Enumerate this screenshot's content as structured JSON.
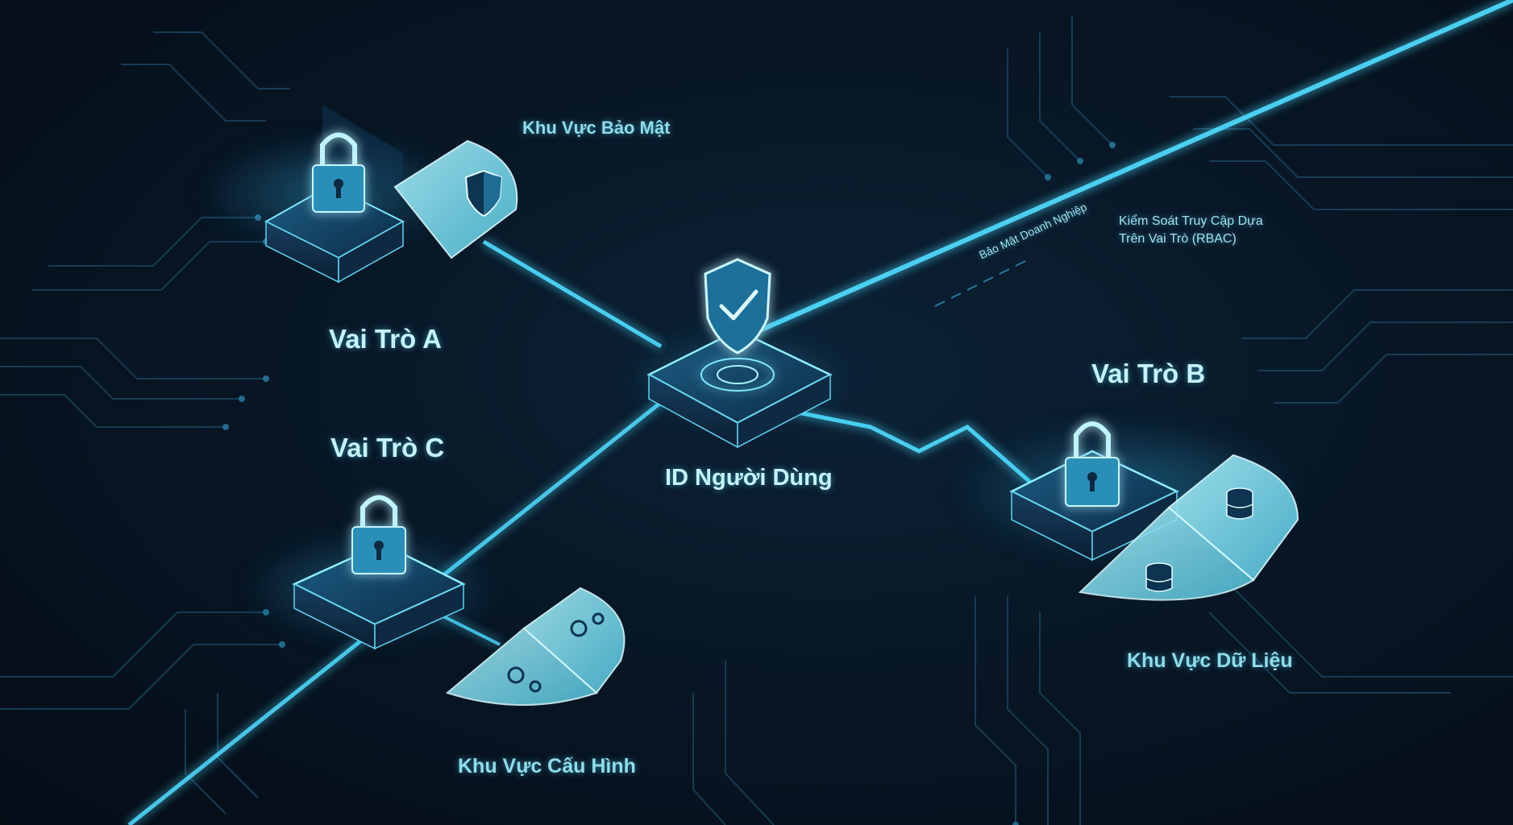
{
  "diagram": {
    "center_node": {
      "label": "ID Người Dùng",
      "icon": "shield-check-icon"
    },
    "roles": [
      {
        "id": "a",
        "label": "Vai Trò A",
        "icon": "lock-icon"
      },
      {
        "id": "b",
        "label": "Vai Trò B",
        "icon": "lock-icon"
      },
      {
        "id": "c",
        "label": "Vai Trò C",
        "icon": "lock-icon"
      }
    ],
    "zones": {
      "security": {
        "label": "Khu Vực Bảo Mật",
        "icon": "shield-icon"
      },
      "data": {
        "label": "Khu Vực Dữ Liệu",
        "icon": "database-icon"
      },
      "config": {
        "label": "Khu Vực Cấu Hình",
        "icon": "gears-icon"
      }
    },
    "annotations": {
      "enterprise_security": "Bảo Mật Doanh Nghiệp",
      "rbac_line1": "Kiểm Soát Truy Cập Dựa",
      "rbac_line2": "Trên Vai Trò (RBAC)"
    },
    "colors": {
      "background": "#07121f",
      "glow": "#3fd8ff",
      "line": "#6fe6ff",
      "text": "#9fe6f2"
    }
  }
}
